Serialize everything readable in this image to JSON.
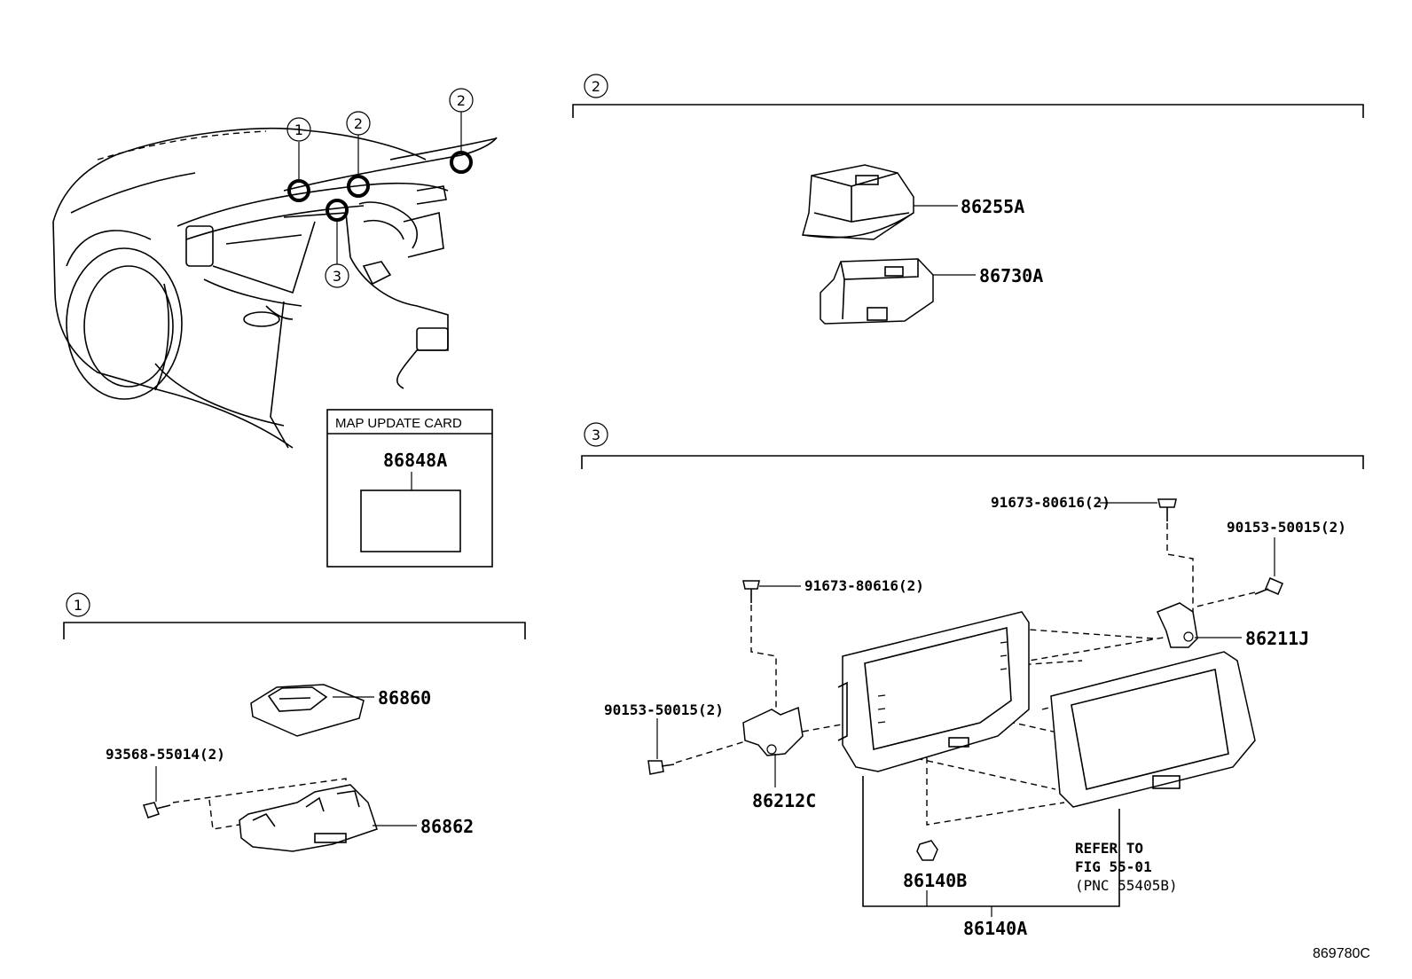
{
  "diagram": {
    "figure_id": "869780C",
    "map_update_card": {
      "title": "MAP UPDATE CARD",
      "part": "86848A"
    },
    "callout_markers": [
      "1",
      "2",
      "2",
      "3"
    ],
    "sections": [
      {
        "number": "2",
        "parts": [
          "86255A",
          "86730A"
        ]
      },
      {
        "number": "3",
        "parts": [
          "91673-80616(2)",
          "90153-50015(2)",
          "91673-80616(2)",
          "86211J",
          "90153-50015(2)",
          "86212C",
          "86140B",
          "86140A"
        ],
        "refer": {
          "line1": "REFER TO",
          "line2": "FIG 55-01",
          "line3": "(PNC 55405B)"
        }
      },
      {
        "number": "1",
        "parts": [
          "86860",
          "93568-55014(2)",
          "86862"
        ]
      }
    ]
  }
}
